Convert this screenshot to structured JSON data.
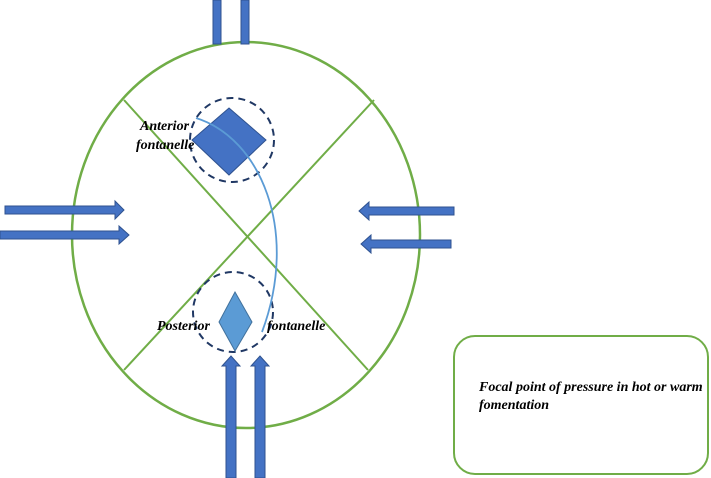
{
  "diagram": {
    "labels": {
      "anterior_line1": "Anterior",
      "anterior_line2": "fontanelle",
      "posterior_left": "Posterior",
      "posterior_right": "fontanelle"
    },
    "legend_text": "Focal point of pressure in hot or warm fomentation",
    "colors": {
      "circle_stroke": "#70ad47",
      "arrow_fill": "#4472c4",
      "arrow_stroke": "#2f528f",
      "anterior_fill": "#4472c4",
      "posterior_fill": "#5b9bd5",
      "dashed_circle": "#203864",
      "curve": "#5b9bd5"
    }
  }
}
